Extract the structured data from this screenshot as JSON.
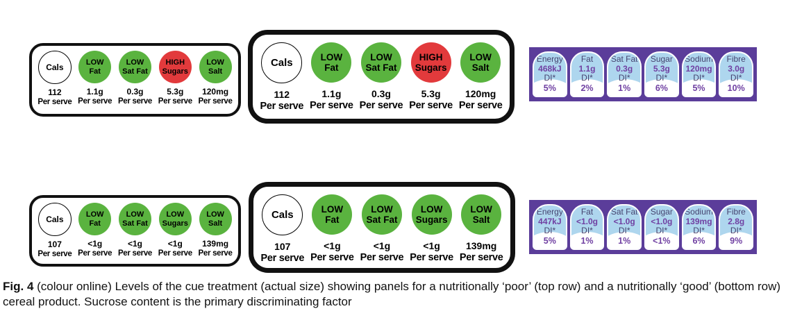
{
  "figure": {
    "caption_label": "Fig. 4",
    "caption_text": "(colour online) Levels of the cue treatment (actual size) showing panels for a nutritionally ‘poor’ (top row) and a nutritionally ‘good’ (bottom row) cereal product. Sucrose content is the primary discriminating factor"
  },
  "colors": {
    "traffic_green": "#5ab33f",
    "traffic_red": "#e23a3c",
    "di_background_purple": "#5b3d9a",
    "di_light_blue": "#aed6ee",
    "di_name_text": "#45436f",
    "di_value_text": "#7040a2",
    "panel_border": "#111111"
  },
  "rows": [
    {
      "label": "poor",
      "traffic": {
        "cals_label": "Cals",
        "cals_value": "112",
        "per_serve": "Per serve",
        "nutrients": [
          {
            "level": "LOW",
            "name": "Fat",
            "value": "1.1g",
            "color": "green"
          },
          {
            "level": "LOW",
            "name": "Sat Fat",
            "value": "0.3g",
            "color": "green"
          },
          {
            "level": "HIGH",
            "name": "Sugars",
            "value": "5.3g",
            "color": "red"
          },
          {
            "level": "LOW",
            "name": "Salt",
            "value": "120mg",
            "color": "green"
          }
        ]
      },
      "di": [
        {
          "name": "Energy",
          "value": "468kJ",
          "di": "DI*",
          "pct": "5%"
        },
        {
          "name": "Fat",
          "value": "1.1g",
          "di": "DI*",
          "pct": "2%"
        },
        {
          "name": "Sat Fat",
          "value": "0.3g",
          "di": "DI*",
          "pct": "1%"
        },
        {
          "name": "Sugar",
          "value": "5.3g",
          "di": "DI*",
          "pct": "6%"
        },
        {
          "name": "Sodium",
          "value": "120mg",
          "di": "DI*",
          "pct": "5%"
        },
        {
          "name": "Fibre",
          "value": "3.0g",
          "di": "DI*",
          "pct": "10%"
        }
      ]
    },
    {
      "label": "good",
      "traffic": {
        "cals_label": "Cals",
        "cals_value": "107",
        "per_serve": "Per serve",
        "nutrients": [
          {
            "level": "LOW",
            "name": "Fat",
            "value": "<1g",
            "color": "green"
          },
          {
            "level": "LOW",
            "name": "Sat Fat",
            "value": "<1g",
            "color": "green"
          },
          {
            "level": "LOW",
            "name": "Sugars",
            "value": "<1g",
            "color": "green"
          },
          {
            "level": "LOW",
            "name": "Salt",
            "value": "139mg",
            "color": "green"
          }
        ]
      },
      "di": [
        {
          "name": "Energy",
          "value": "447kJ",
          "di": "DI*",
          "pct": "5%"
        },
        {
          "name": "Fat",
          "value": "<1.0g",
          "di": "DI*",
          "pct": "1%"
        },
        {
          "name": "Sat Fat",
          "value": "<1.0g",
          "di": "DI*",
          "pct": "1%"
        },
        {
          "name": "Sugar",
          "value": "<1.0g",
          "di": "DI*",
          "pct": "<1%"
        },
        {
          "name": "Sodium",
          "value": "139mg",
          "di": "DI*",
          "pct": "6%"
        },
        {
          "name": "Fibre",
          "value": "2.8g",
          "di": "DI*",
          "pct": "9%"
        }
      ]
    }
  ]
}
